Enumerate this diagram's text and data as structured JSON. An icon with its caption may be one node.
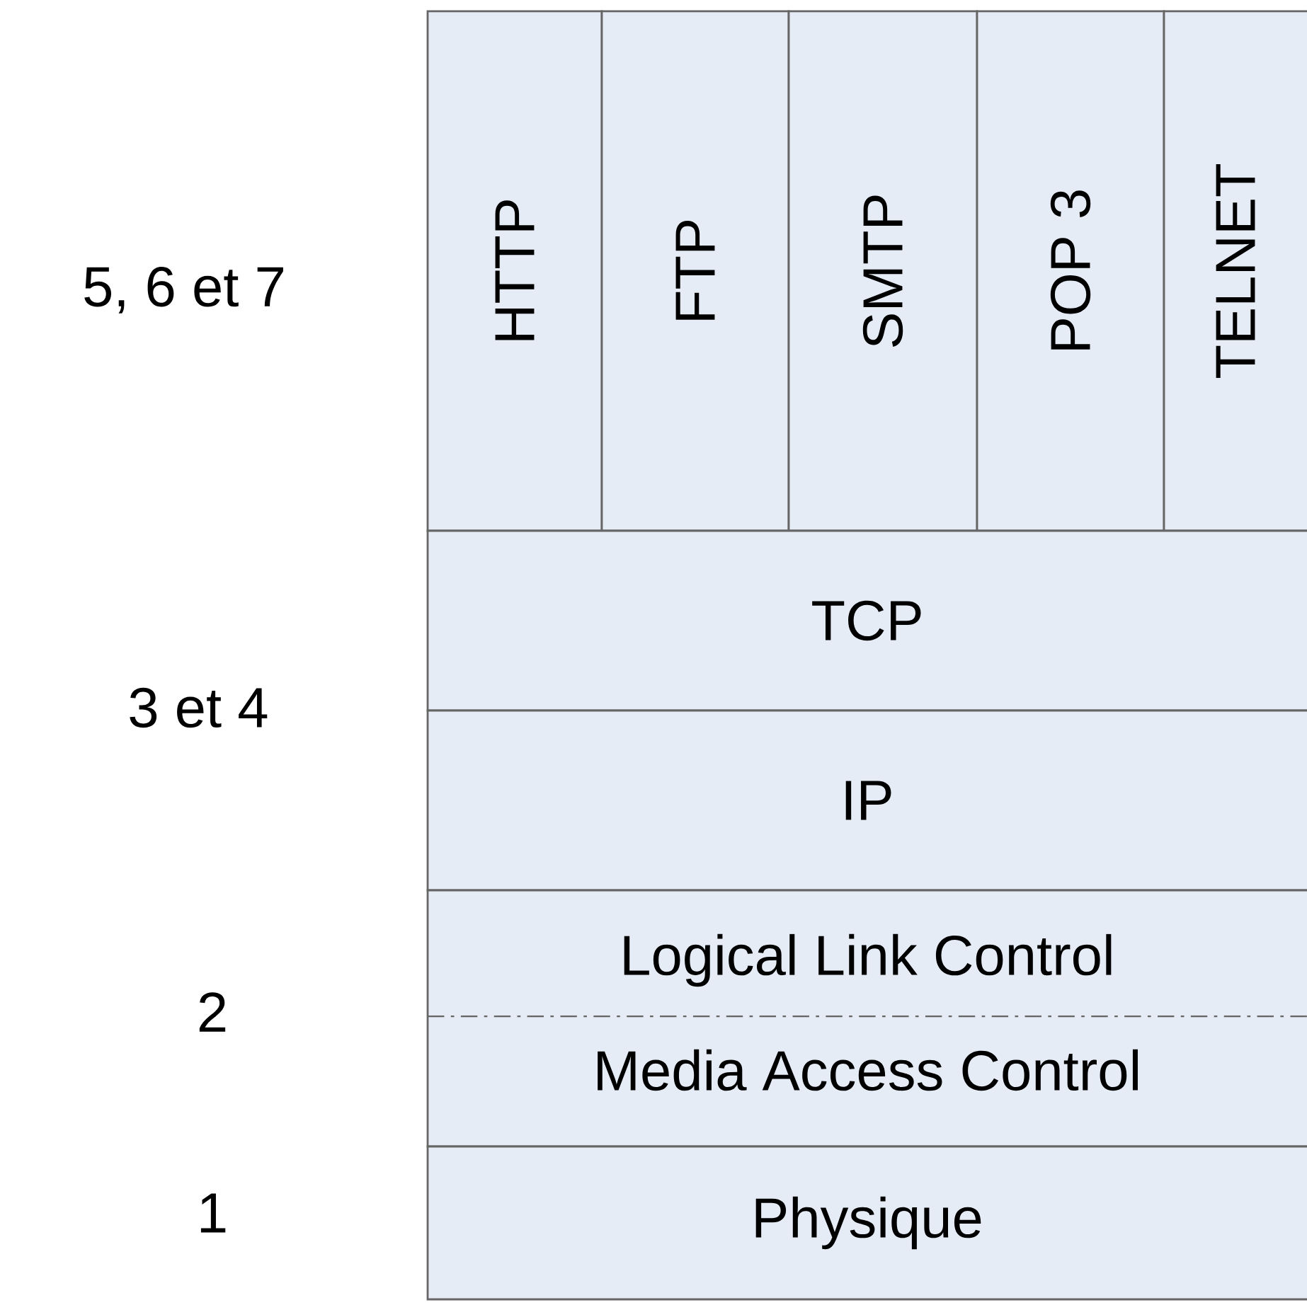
{
  "diagram": {
    "nodes": [
      {
        "text": [
          "HTTP"
        ]
      },
      {
        "text": [
          "FTP"
        ]
      },
      {
        "text": [
          "SMTP"
        ]
      },
      {
        "text": [
          "POP 3"
        ]
      },
      {
        "text": [
          "TELNET"
        ]
      },
      {
        "text": [
          "TCP"
        ]
      },
      {
        "text": [
          "IP"
        ]
      },
      {
        "text": [
          "Logical Link Control",
          "Media Access Control"
        ]
      },
      {
        "text": [
          "Physique"
        ]
      }
    ],
    "labels": [
      "5, 6 et 7",
      "3 et 4",
      "2",
      "1"
    ]
  }
}
